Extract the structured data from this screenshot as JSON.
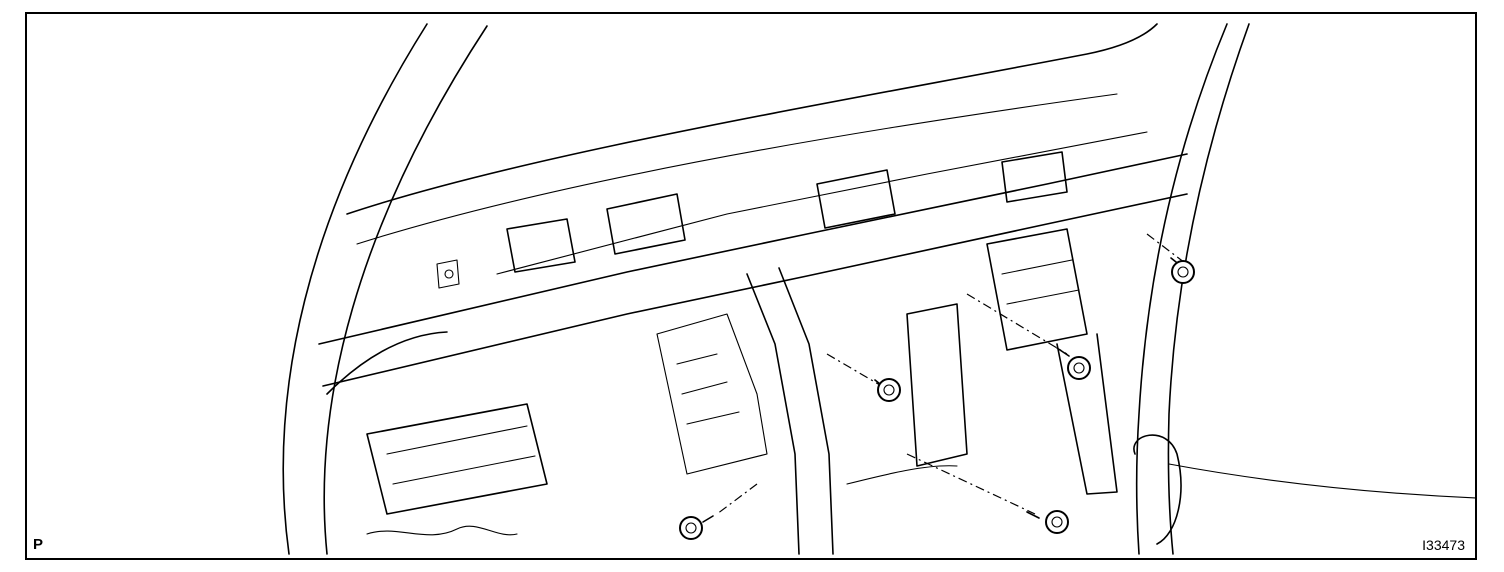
{
  "figure": {
    "corner_label": "P",
    "figure_id": "I33473"
  },
  "bolt_count": 5
}
